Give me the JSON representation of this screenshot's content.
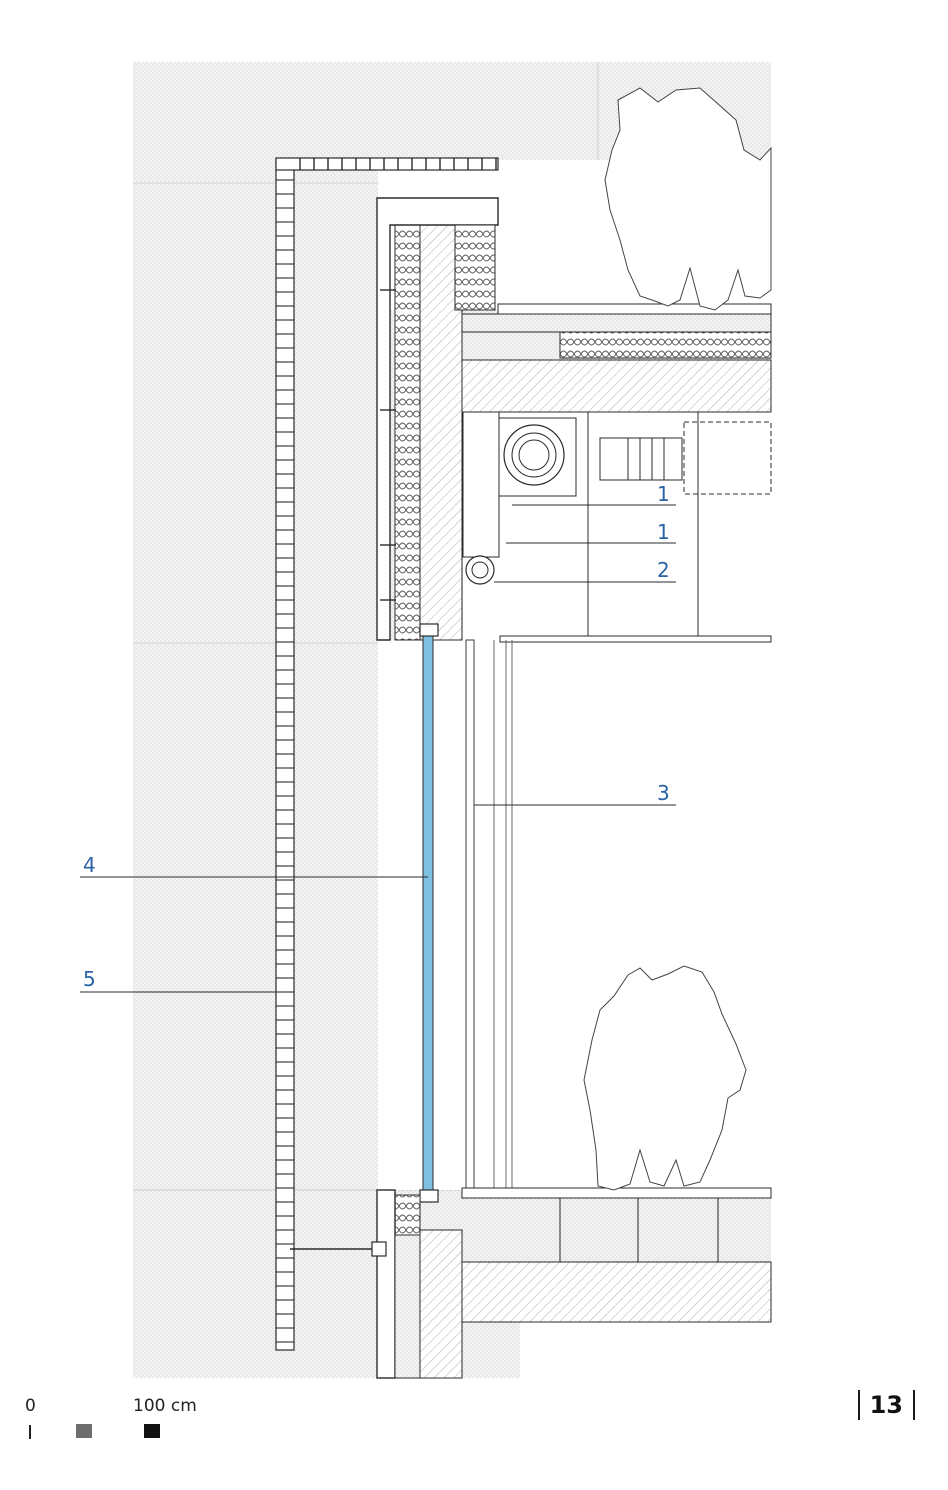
{
  "callouts": [
    {
      "id": "c1a",
      "label": "1"
    },
    {
      "id": "c1b",
      "label": "1"
    },
    {
      "id": "c2",
      "label": "2"
    },
    {
      "id": "c3",
      "label": "3"
    },
    {
      "id": "c4",
      "label": "4"
    },
    {
      "id": "c5",
      "label": "5"
    }
  ],
  "scale_bar": {
    "start_label": "0",
    "end_label": "100 cm"
  },
  "page_number": "13",
  "colors": {
    "callout_blue": "#2a63a8",
    "glass_blue": "#7ec0e0",
    "line": "#2b2b2b",
    "background_dots": "#d9d9d9"
  }
}
